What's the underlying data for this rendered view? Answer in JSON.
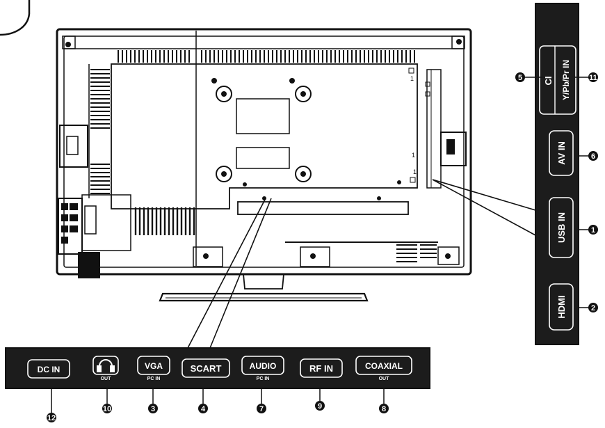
{
  "side_panel": {
    "ports": [
      {
        "label": "CI",
        "number": "5"
      },
      {
        "label": "Y/Pb/Pr IN",
        "number": "11"
      },
      {
        "label": "AV IN",
        "number": "6"
      },
      {
        "label": "USB IN",
        "number": "1"
      },
      {
        "label": "HDMI",
        "number": "2"
      }
    ]
  },
  "bottom_panel": {
    "ports": [
      {
        "label": "DC IN",
        "sub": "",
        "number": "12"
      },
      {
        "label": "",
        "sub": "OUT",
        "number": "10"
      },
      {
        "label": "VGA",
        "sub": "PC IN",
        "number": "3"
      },
      {
        "label": "SCART",
        "sub": "",
        "number": "4"
      },
      {
        "label": "AUDIO",
        "sub": "PC IN",
        "number": "7"
      },
      {
        "label": "RF IN",
        "sub": "",
        "number": "9"
      },
      {
        "label": "COAXIAL",
        "sub": "OUT",
        "number": "8"
      }
    ]
  },
  "tv_markings": {
    "m1": "1",
    "m2": "1",
    "m3": "1"
  },
  "colors": {
    "panel": "#1c1c1c",
    "line": "#111111",
    "paper": "#ffffff"
  }
}
